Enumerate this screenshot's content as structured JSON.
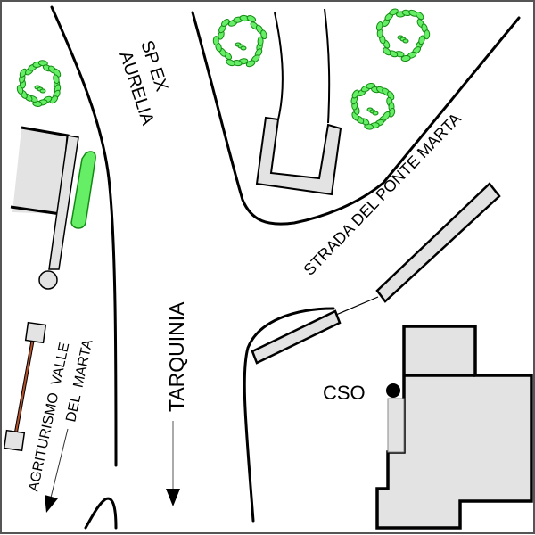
{
  "map": {
    "colors": {
      "background": "#ffffff",
      "building_fill": "#e3e3e3",
      "outline": "#000000",
      "tree_fill": "#66ee66",
      "tree_stroke": "#138a13",
      "pipe_color": "#b5522a",
      "frame": "#555555"
    },
    "labels": {
      "road_sp_line1": "SP EX",
      "road_sp_line2": "AURELIA",
      "road_strada": "STRADA DEL PONTE MARTA",
      "direction_tarquinia": "TARQUINIA",
      "agriturismo_line1": "AGRITURISMO  VALLE",
      "agriturismo_line2": "DEL  MARTA",
      "cso": "CSO"
    },
    "trees": [
      {
        "name": "tree-top-left"
      },
      {
        "name": "tree-top-center"
      },
      {
        "name": "tree-top-right"
      },
      {
        "name": "tree-right-middle"
      }
    ]
  }
}
